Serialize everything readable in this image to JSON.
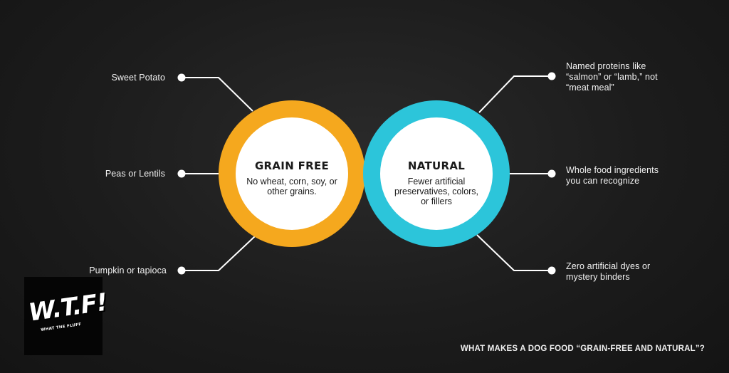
{
  "left_circle": {
    "title": "GRAIN FREE",
    "description": "No wheat, corn, soy, or other grains.",
    "color": "#F5A81E"
  },
  "right_circle": {
    "title": "NATURAL",
    "description": "Fewer artificial preservatives, colors, or fillers",
    "color": "#2CC5DA"
  },
  "left_items": [
    "Sweet Potato",
    "Peas or Lentils",
    "Pumpkin or tapioca"
  ],
  "right_items": [
    "Named proteins like “salmon” or “lamb,” not “meat meal”",
    "Whole food ingredients you can recognize",
    "Zero artificial dyes or mystery binders"
  ],
  "logo": {
    "main": "W.T.F!",
    "sub": "WHAT THE FLUFF"
  },
  "caption": "WHAT MAKES A DOG FOOD “GRAIN-FREE AND NATURAL”?"
}
